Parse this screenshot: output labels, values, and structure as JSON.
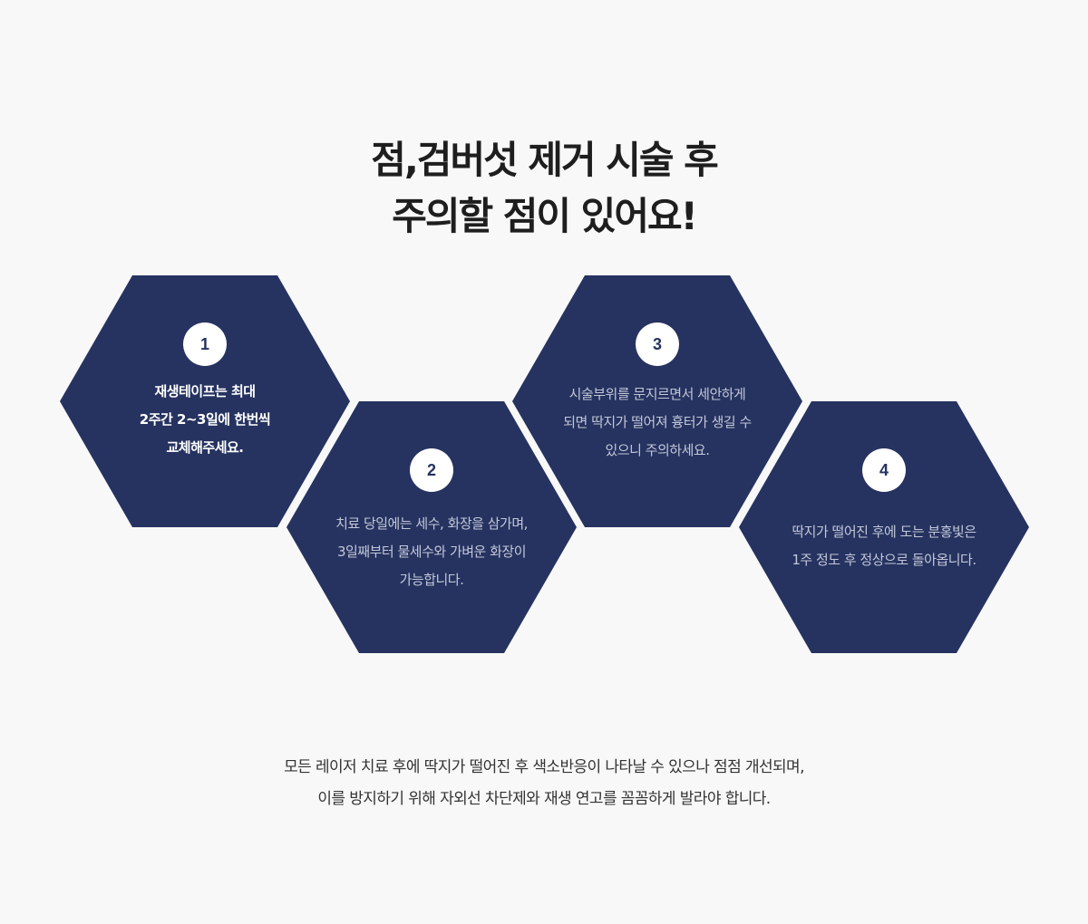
{
  "title": {
    "line1": "점,검버섯 제거 시술 후",
    "line2": "주의할 점이 있어요!"
  },
  "steps": [
    {
      "number": "1",
      "lines": [
        "재생테이프는 최대",
        "2주간 2~3일에 한번씩",
        "교체해주세요."
      ]
    },
    {
      "number": "2",
      "lines": [
        "치료 당일에는 세수, 화장을 삼가며,",
        "3일째부터 물세수와 가벼운 화장이",
        "가능합니다."
      ]
    },
    {
      "number": "3",
      "lines": [
        "시술부위를 문지르면서 세안하게",
        "되면 딱지가 떨어져 흉터가 생길 수",
        "있으니 주의하세요."
      ]
    },
    {
      "number": "4",
      "lines": [
        "딱지가 떨어진 후에 도는 분홍빛은",
        "1주 정도 후 정상으로 돌아옵니다."
      ]
    }
  ],
  "footer": {
    "line1": "모든 레이저 치료 후에 딱지가 떨어진 후 색소반응이 나타날 수 있으나 점점 개선되며,",
    "line2": "이를 방지하기 위해 자외선 차단제와 재생 연고를 꼼꼼하게 발라야 합니다."
  },
  "colors": {
    "hexagon": "#263360",
    "background": "#f8f8f8",
    "number_badge": "#ffffff"
  }
}
